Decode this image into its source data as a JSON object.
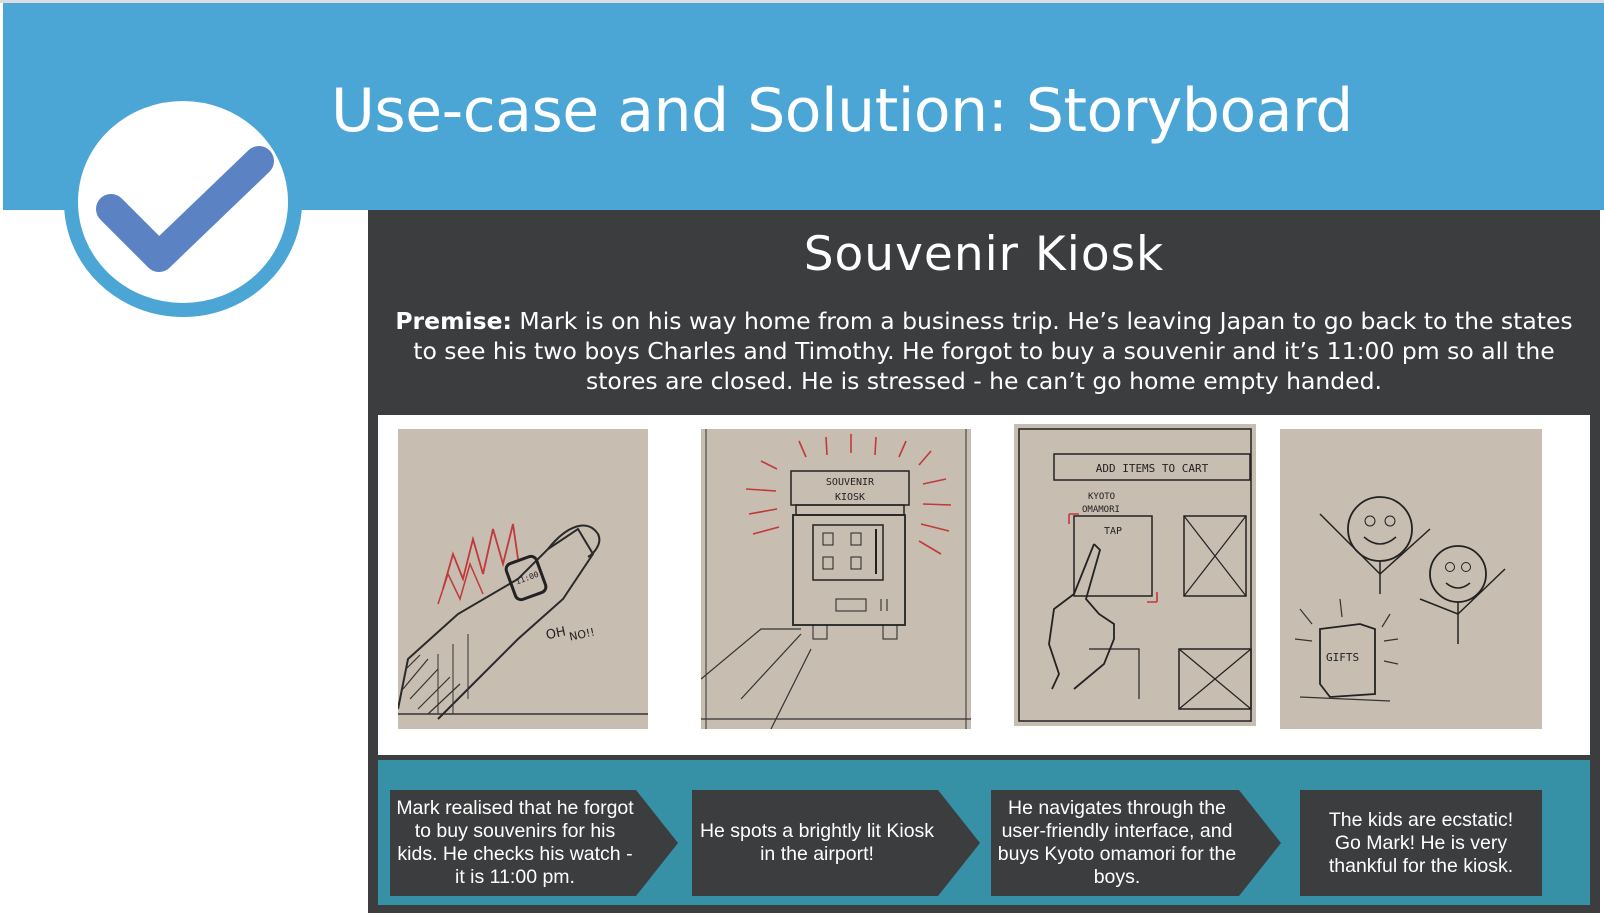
{
  "slide": {
    "title": "Use-case and Solution: Storyboard",
    "badge_icon": "checkmark-icon",
    "colors": {
      "banner": "#4ba6d5",
      "panel": "#3c3d3e",
      "caption_band": "#3691a6",
      "check": "#5b82c2"
    }
  },
  "storyboard": {
    "title": "Souvenir Kiosk",
    "premise_label": "Premise:",
    "premise_text": " Mark is on his way home from a business trip. He’s leaving Japan to go back to the states to see his two boys Charles and Timothy. He forgot to buy a souvenir and it’s 11:00 pm so all the stores are closed. He is stressed - he can’t go home empty handed.",
    "frames": [
      {
        "sketch_text": "OH",
        "sketch_text2": "NO!!",
        "watch_text": "11:00"
      },
      {
        "kiosk_sign_top": "SOUVENIR",
        "kiosk_sign_bottom": "KIOSK"
      },
      {
        "screen_header": "ADD ITEMS TO CART",
        "item_name_1": "KYOTO",
        "item_name_2": "OMAMORI",
        "tap_text": "TAP"
      },
      {
        "box_label": "GIFTS"
      }
    ],
    "captions": [
      "Mark realised that he forgot to buy souvenirs for his kids. He checks his watch - it is 11:00 pm.",
      "He spots a brightly lit Kiosk in the airport!",
      "He navigates through the user-friendly interface, and buys Kyoto omamori for the boys.",
      "The kids are ecstatic! Go Mark! He is very thankful for the kiosk."
    ]
  }
}
